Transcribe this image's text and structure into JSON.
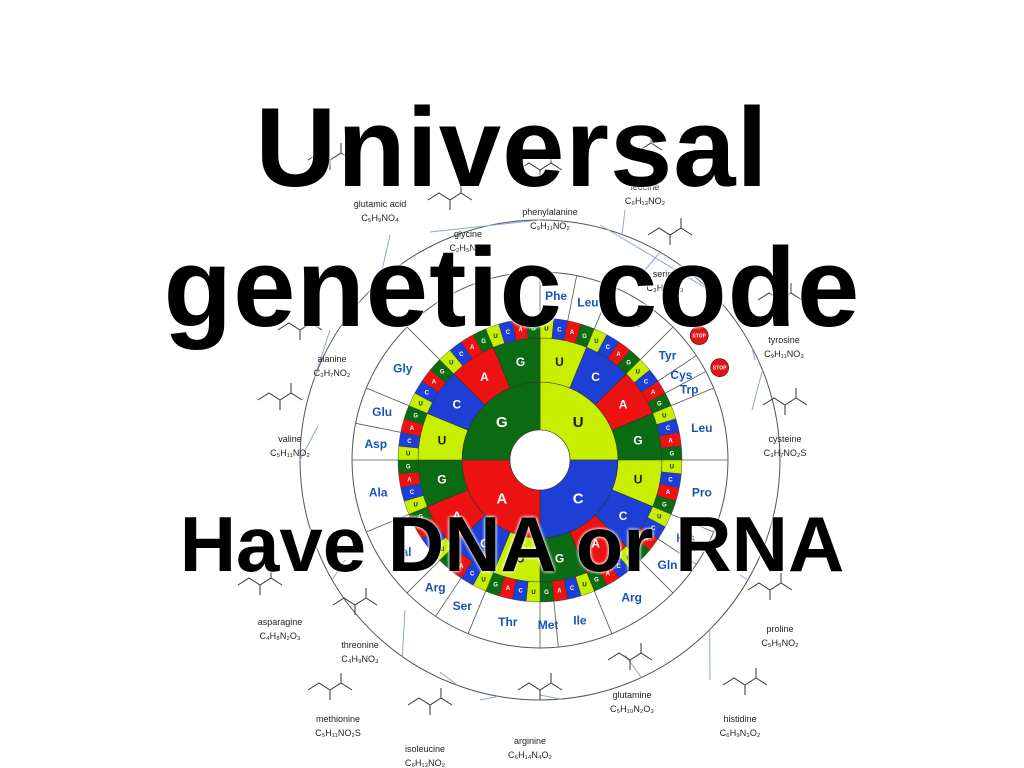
{
  "slide": {
    "title_line_1": "Universal",
    "title_line_2": "genetic code",
    "subtitle": "Have DNA or RNA"
  },
  "colors": {
    "U": "#c8ef00",
    "C": "#1d3fd6",
    "A": "#ee1111",
    "G": "#0b6b12",
    "amino_label": "#1a52b8",
    "stop": "#e01515"
  },
  "wheel": {
    "inner_bases": [
      "U",
      "C",
      "A",
      "G"
    ],
    "second_bases": [
      "U",
      "C",
      "A",
      "G"
    ],
    "third_bases": [
      "U",
      "C",
      "A",
      "G"
    ],
    "stop_label": "STOP",
    "amino_acids": [
      "Phe",
      "Leu",
      "Ser",
      "Tyr",
      "Cys",
      "Trp",
      "Leu",
      "Pro",
      "His",
      "Gln",
      "Arg",
      "Ile",
      "Met",
      "Thr",
      "Ser",
      "Arg",
      "Val",
      "Ala",
      "Asp",
      "Glu",
      "Gly"
    ]
  },
  "molecules": [
    {
      "name": "glutamic acid",
      "formula": "C₅H₉NO₄"
    },
    {
      "name": "glycine",
      "formula": "C₂H₅NO₂"
    },
    {
      "name": "phenylalanine",
      "formula": "C₉H₁₁NO₂"
    },
    {
      "name": "serine",
      "formula": "C₃H₇NO₃"
    },
    {
      "name": "leucine",
      "formula": "C₆H₁₃NO₂"
    },
    {
      "name": "alanine",
      "formula": "C₃H₇NO₂"
    },
    {
      "name": "tyrosine",
      "formula": "C₉H₁₁NO₃"
    },
    {
      "name": "valine",
      "formula": "C₅H₁₁NO₂"
    },
    {
      "name": "cysteine",
      "formula": "C₃H₇NO₂S"
    },
    {
      "name": "asparagine",
      "formula": "C₄H₈N₂O₃"
    },
    {
      "name": "threonine",
      "formula": "C₄H₉NO₃"
    },
    {
      "name": "proline",
      "formula": "C₅H₉NO₂"
    },
    {
      "name": "methionine",
      "formula": "C₅H₁₁NO₂S"
    },
    {
      "name": "isoleucine",
      "formula": "C₆H₁₃NO₂"
    },
    {
      "name": "arginine",
      "formula": "C₆H₁₄N₄O₂"
    },
    {
      "name": "glutamine",
      "formula": "C₅H₁₀N₂O₃"
    },
    {
      "name": "histidine",
      "formula": "C₆H₉N₃O₂"
    }
  ]
}
